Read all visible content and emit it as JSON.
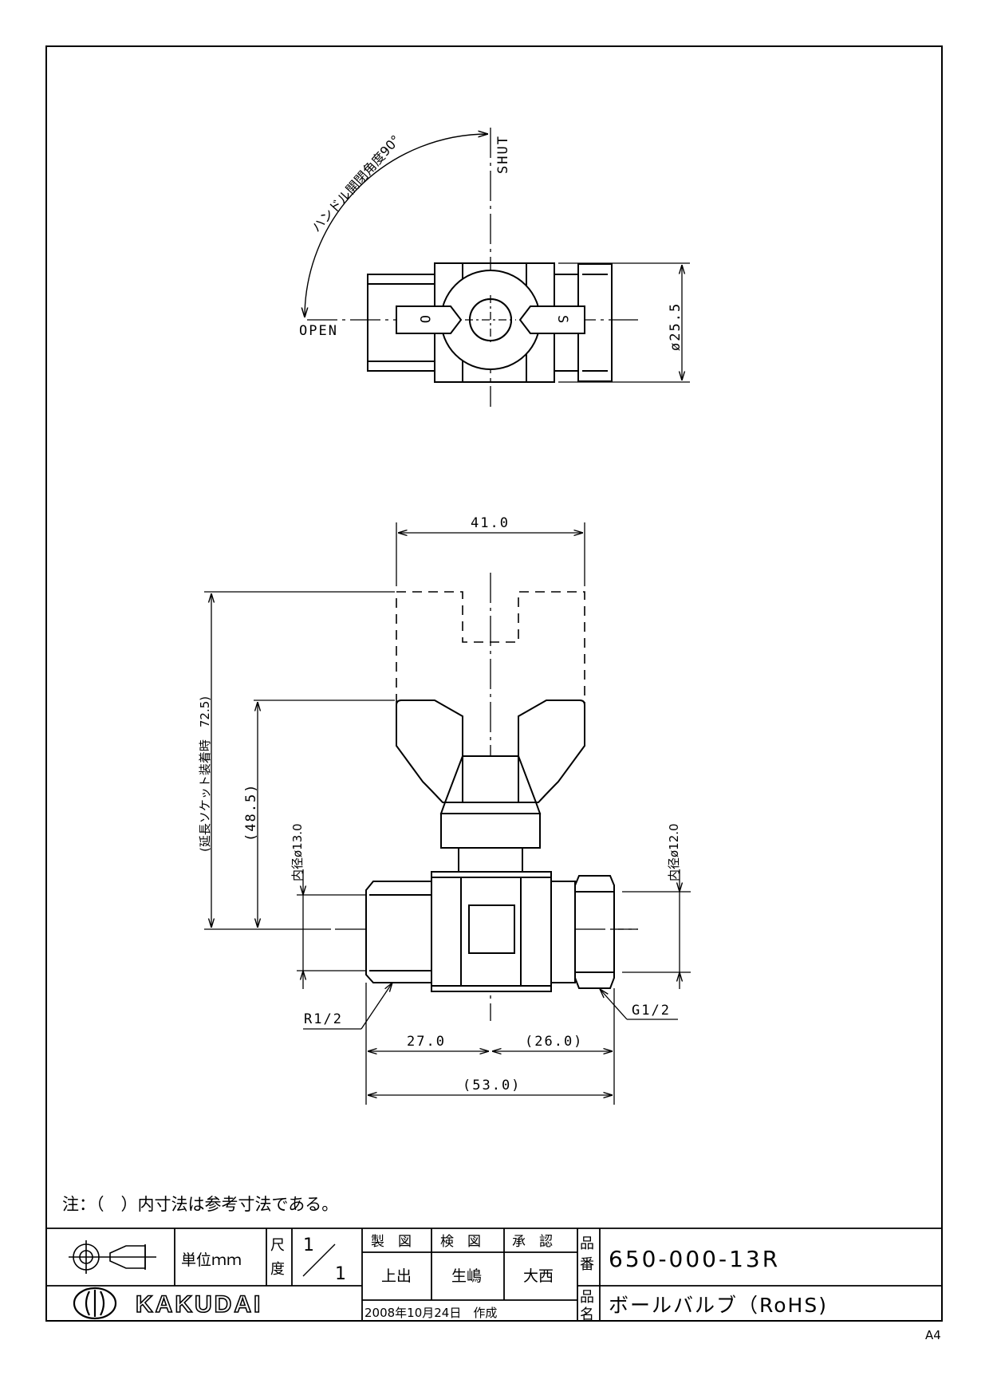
{
  "labels": {
    "shut": "SHUT",
    "open": "OPEN",
    "handle_angle": "ハンドル開閉角度90°",
    "handle_o": "O",
    "handle_s": "S",
    "diameter": "ø25.5",
    "width_handle": "41.0",
    "height_ext": "(延長ソケット装着時　72.5)",
    "height_std": "(48.5)",
    "inner_left": "内径ø13.0",
    "inner_right": "内径ø12.0",
    "thread_left": "R1/2",
    "thread_right": "G1/2",
    "len_left": "27.0",
    "len_right": "(26.0)",
    "len_total": "(53.0)"
  },
  "note": "注：（　）内寸法は参考寸法である。",
  "title_block": {
    "unit": "単位ｍｍ",
    "scale_label_1": "尺",
    "scale_label_2": "度",
    "scale_num": "1",
    "scale_den": "1",
    "made": "製　図",
    "checked": "検　図",
    "approved": "承　認",
    "made_by": "上出",
    "checked_by": "生嶋",
    "approved_by": "大西",
    "date": "2008年10月24日　作成",
    "part_no_label_1": "品",
    "part_no_label_2": "番",
    "part_no": "650-000-13R",
    "name_label_1": "品",
    "name_label_2": "名",
    "part_name": "ボールバルブ（RoHS)",
    "brand": "KAKUDAI",
    "paper": "A4"
  }
}
